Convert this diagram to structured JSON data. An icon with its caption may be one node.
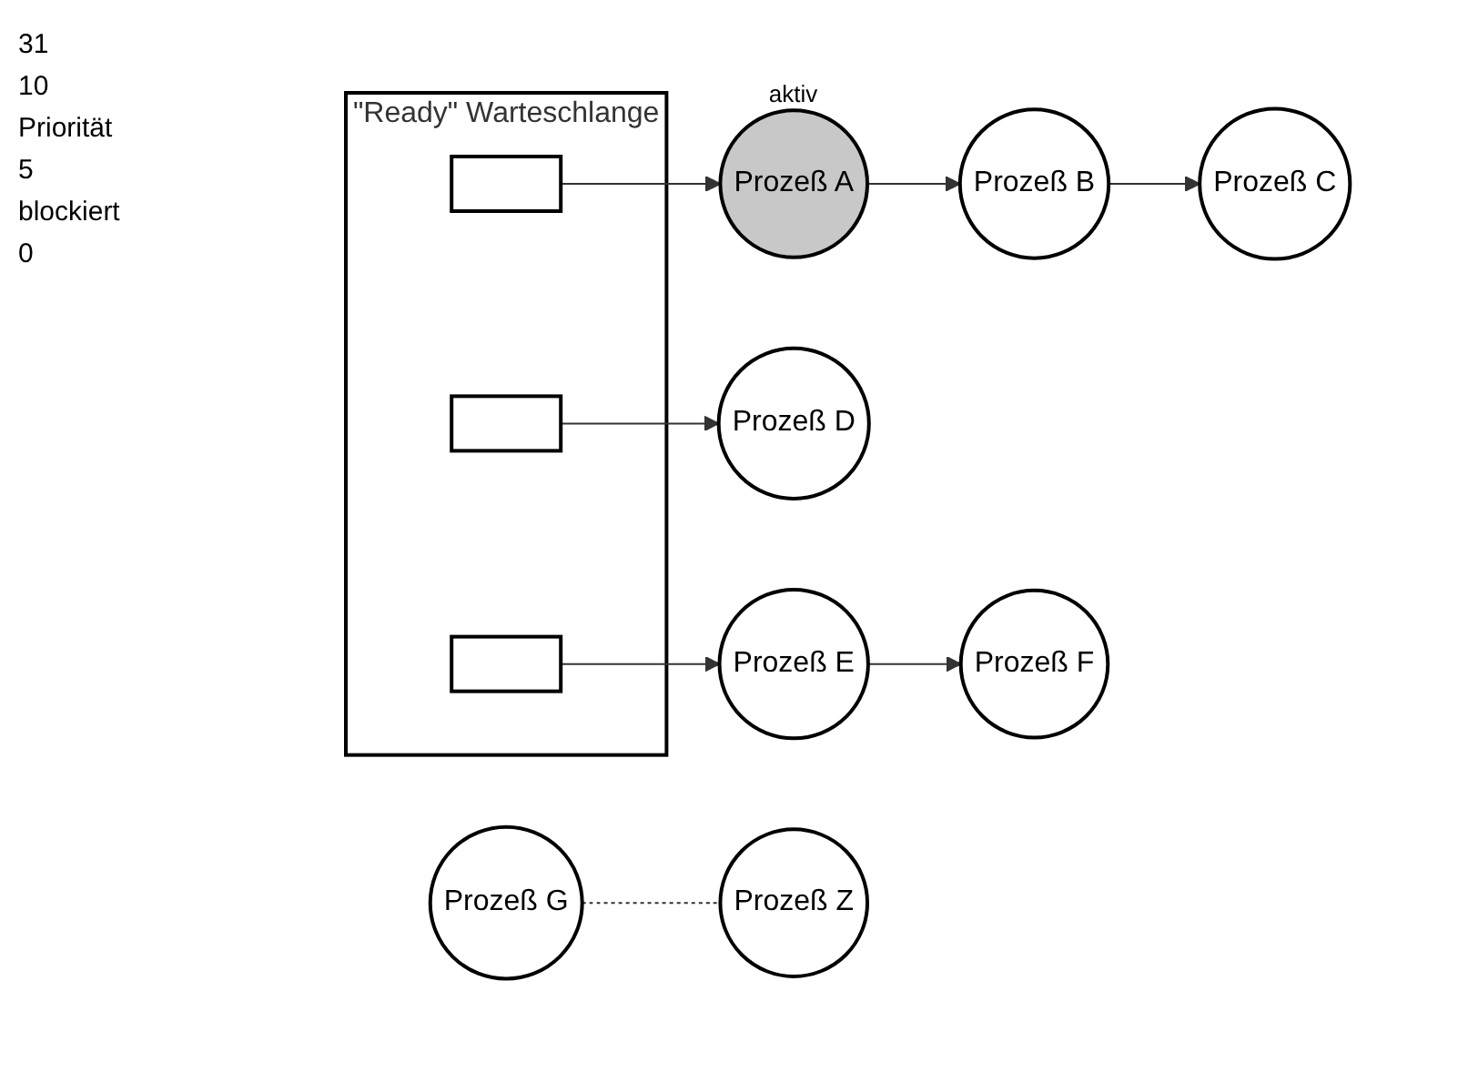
{
  "diagram": {
    "nodes": [
      {
        "text": [
          "\"Ready\" Warteschlange"
        ]
      },
      {
        "text": [],
        "shape": "box",
        "in": 0
      },
      {
        "text": [],
        "shape": "box",
        "in": 0
      },
      {
        "text": [],
        "shape": "box",
        "in": 0
      },
      {
        "text": [
          "Prozeß A"
        ],
        "beside": [
          "aktiv"
        ]
      },
      {
        "text": [
          "Prozeß B"
        ]
      },
      {
        "text": [
          "Prozeß C"
        ]
      },
      {
        "text": [
          "Prozeß G"
        ]
      },
      {
        "text": [
          "Prozeß Z"
        ]
      },
      {
        "text": [
          "Prozeß D"
        ]
      },
      {
        "text": [
          "Prozeß E"
        ]
      },
      {
        "text": [
          "Prozeß F"
        ]
      }
    ],
    "edges": [
      {
        "from": 1,
        "to": 4,
        "arrow": "to"
      },
      {
        "from": 4,
        "to": 5,
        "arrow": "to"
      },
      {
        "from": 5,
        "to": 6,
        "arrow": "to"
      },
      {
        "from": 7,
        "to": 8,
        "arrow": "none",
        "style": "dashed"
      },
      {
        "from": 2,
        "to": 9,
        "arrow": "to"
      },
      {
        "from": 3,
        "to": 10,
        "arrow": "to"
      },
      {
        "from": 10,
        "to": 11,
        "arrow": "to"
      }
    ],
    "labels": [
      "31",
      "10",
      "Priorität",
      "5",
      "blockiert",
      "0"
    ]
  }
}
